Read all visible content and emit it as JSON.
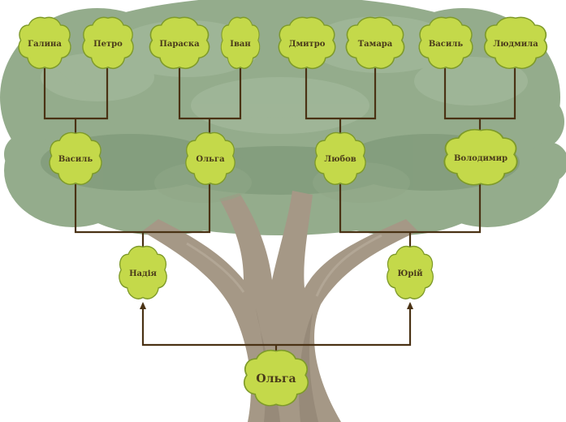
{
  "colors": {
    "leaf_fill": "#c4d94a",
    "leaf_stroke": "#7e9a2a",
    "connector": "#4a3214",
    "foliage": "#8fa886",
    "trunk": "#a59886",
    "label_text": "#4a3b1a"
  },
  "tree": {
    "root": {
      "name": "Ольга"
    },
    "parents": [
      {
        "name": "Надія"
      },
      {
        "name": "Юрій"
      }
    ],
    "grandparents": [
      {
        "name": "Василь"
      },
      {
        "name": "Ольга"
      },
      {
        "name": "Любов"
      },
      {
        "name": "Володимир"
      }
    ],
    "great_grandparents": [
      {
        "name": "Галина"
      },
      {
        "name": "Петро"
      },
      {
        "name": "Параска"
      },
      {
        "name": "Іван"
      },
      {
        "name": "Дмитро"
      },
      {
        "name": "Тамара"
      },
      {
        "name": "Василь"
      },
      {
        "name": "Людмила"
      }
    ]
  }
}
